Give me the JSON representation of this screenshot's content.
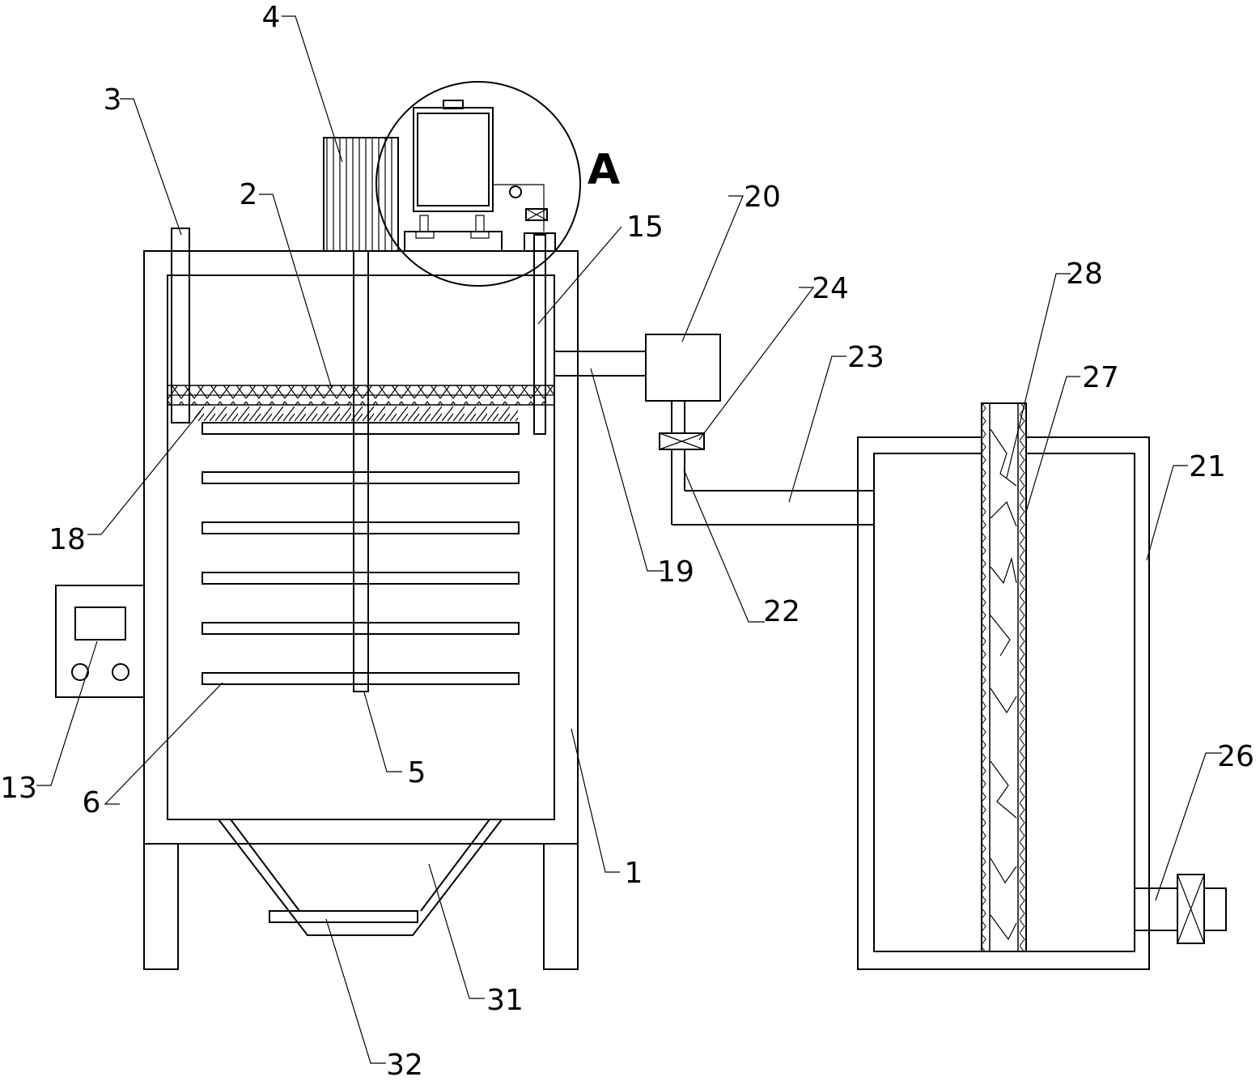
{
  "detail_label": "A",
  "part_numbers": {
    "p1": "1",
    "p2": "2",
    "p3": "3",
    "p4": "4",
    "p5": "5",
    "p6": "6",
    "p13": "13",
    "p15": "15",
    "p18": "18",
    "p19": "19",
    "p20": "20",
    "p21": "21",
    "p22": "22",
    "p23": "23",
    "p24": "24",
    "p26": "26",
    "p27": "27",
    "p28": "28",
    "p31": "31",
    "p32": "32"
  }
}
